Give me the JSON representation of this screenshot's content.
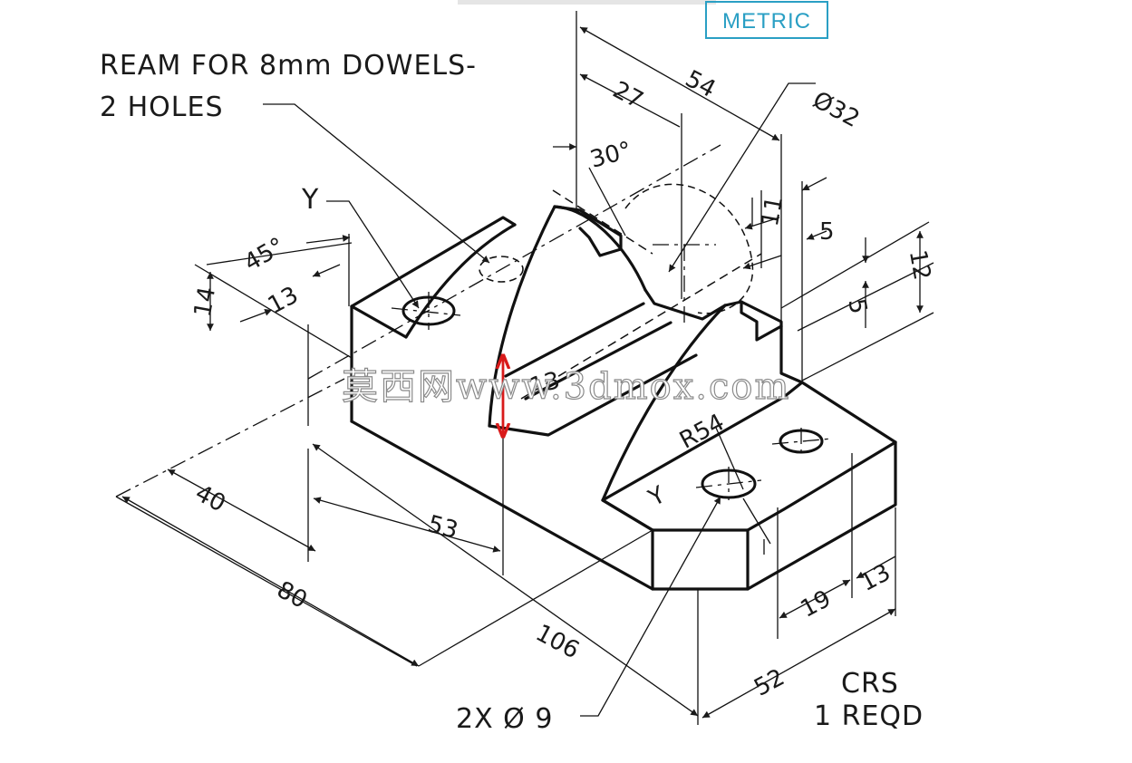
{
  "badge": {
    "text": "METRIC",
    "color": "#2a9fc4"
  },
  "notes": {
    "ream_line1": "REAM FOR 8mm DOWELS-",
    "ream_line2": "2 HOLES",
    "holes": "2X Ø 9",
    "material": "CRS",
    "quantity": "1 REQD",
    "y_top": "Y",
    "y_face": "Y"
  },
  "dims": {
    "d27": "27",
    "d54": "54",
    "dia32": "Ø32",
    "ang30": "30°",
    "ang45": "45°",
    "d13_left": "13",
    "d14": "14",
    "d11": "11",
    "d5_top": "5",
    "d12": "12",
    "d5_side": "5",
    "d40": "40",
    "d53": "53",
    "d80": "80",
    "d106": "106",
    "r54": "R54",
    "d19": "19",
    "d13_right": "13",
    "d52": "52",
    "d13_red": "13"
  },
  "annotation": {
    "color": "#d91a1a"
  },
  "watermark": {
    "text": "莫西网www.3dmox.com"
  }
}
